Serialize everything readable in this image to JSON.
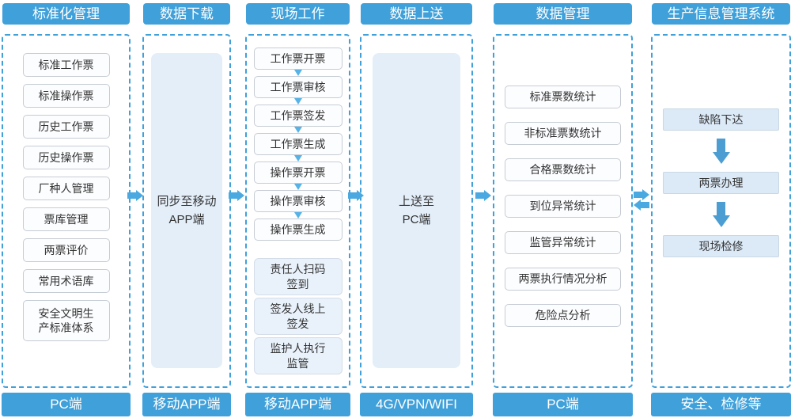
{
  "diagram": {
    "columns": [
      {
        "header": "标准化管理",
        "footer": "PC端",
        "items": [
          "标准工作票",
          "标准操作票",
          "历史工作票",
          "历史操作票",
          "厂种人管理",
          "票库管理",
          "两票评价",
          "常用术语库",
          "安全文明生\n产标准体系"
        ]
      },
      {
        "header": "数据下载",
        "footer": "移动APP端",
        "big_box": "同步至移动\nAPP端"
      },
      {
        "header": "现场工作",
        "footer": "移动APP端",
        "flow_items": [
          "工作票开票",
          "工作票审核",
          "工作票签发",
          "工作票生成",
          "操作票开票",
          "操作票审核",
          "操作票生成"
        ],
        "field_items": [
          "责任人扫码\n签到",
          "签发人线上\n签发",
          "监护人执行\n监管"
        ]
      },
      {
        "header": "数据上送",
        "footer": "4G/VPN/WIFI",
        "big_box": "上送至\nPC端"
      },
      {
        "header": "数据管理",
        "footer": "PC端",
        "items": [
          "标准票数统计",
          "非标准票数统计",
          "合格票数统计",
          "到位异常统计",
          "监管异常统计",
          "两票执行情况分析",
          "危险点分析"
        ]
      },
      {
        "header": "生产信息管理系统",
        "footer": "安全、检修等",
        "flow_items": [
          "缺陷下达",
          "两票办理",
          "现场检修"
        ]
      }
    ],
    "connectors": [
      {
        "from": "标准化管理",
        "to": "数据下载",
        "direction": "right"
      },
      {
        "from": "数据下载",
        "to": "现场工作",
        "direction": "right"
      },
      {
        "from": "现场工作",
        "to": "数据上送",
        "direction": "right"
      },
      {
        "from": "数据上送",
        "to": "数据管理",
        "direction": "right"
      },
      {
        "from": "数据管理",
        "to": "生产信息管理系统",
        "direction": "both"
      }
    ],
    "colors": {
      "bar_blue": "#3fa0da",
      "dashed_border": "#3fa0da",
      "horizontal_arrow": "#4aa9e0",
      "small_down_arrow": "#57b3e6",
      "big_down_arrow": "#4c9ed2",
      "item_fill": "#fcfdff",
      "soft_item_fill": "#e9f2fb",
      "big_box_fill": "#e3eef9",
      "mis_item_fill": "#dceaf8"
    }
  }
}
